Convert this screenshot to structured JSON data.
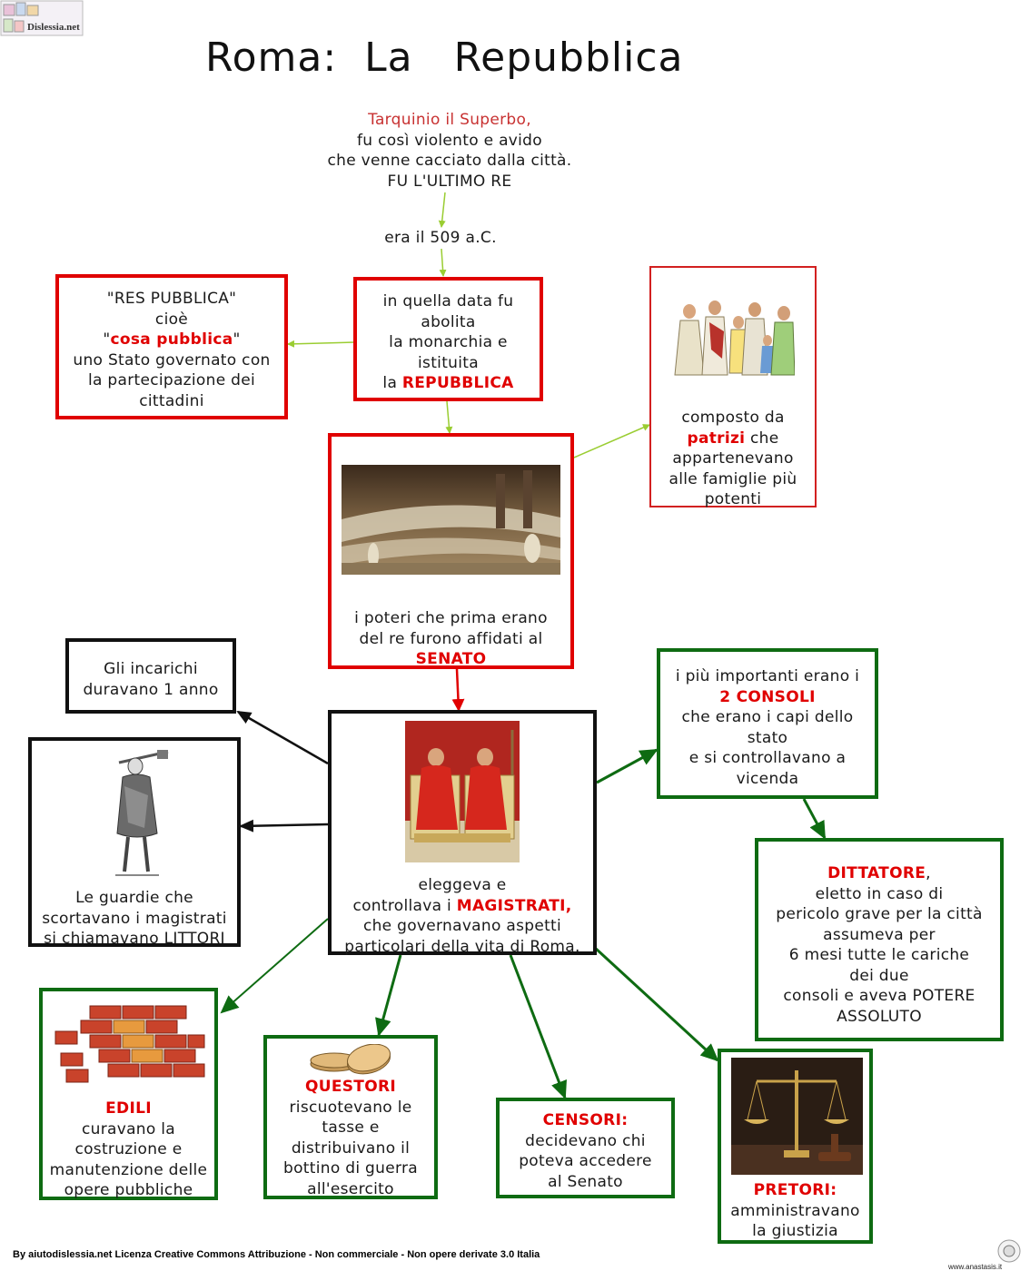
{
  "title": "Roma:  La   Repubblica",
  "logo": {
    "text": "Dislessia.net"
  },
  "intro": {
    "king": "Tarquinio il Superbo,",
    "line1": "fu così  violento e avido",
    "line2": "che venne cacciato dalla città.",
    "line3": "FU L'ULTIMO RE"
  },
  "date": "era il 509 a.C.",
  "republic_box": {
    "l1": "in quella data fu",
    "l2": "abolita",
    "l3": "la monarchia e",
    "l4": "istituita",
    "l5a": "la ",
    "l5b": "REPUBBLICA"
  },
  "res_publica_box": {
    "l1": "\"RES PUBBLICA\"",
    "l2": "cioè",
    "l3a": "\"",
    "l3b": "cosa pubblica",
    "l3c": "\"",
    "l4": "uno Stato governato con",
    "l5": "la partecipazione dei",
    "l6": "cittadini"
  },
  "patrizi_box": {
    "l1": "composto da",
    "l2a": "patrizi",
    "l2b": " che",
    "l3": "appartenevano",
    "l4": "alle famiglie più",
    "l5": "potenti"
  },
  "senate_box": {
    "l1": "i poteri che prima erano",
    "l2": "del re furono affidati al",
    "l3": "SENATO"
  },
  "incarichi_box": {
    "l1": "Gli incarichi",
    "l2": "duravano 1 anno"
  },
  "littori_box": {
    "l1": "Le guardie che",
    "l2": "scortavano i magistrati",
    "l3": "si chiamavano LITTORI"
  },
  "magistrati_box": {
    "l1": "eleggeva e",
    "l2a": "controllava i ",
    "l2b": "MAGISTRATI,",
    "l3": "che governavano aspetti",
    "l4": "particolari della vita di Roma."
  },
  "consoli_box": {
    "l1": "i più importanti erano i",
    "l2": "2 CONSOLI",
    "l3": "che  erano i capi dello",
    "l4": "stato",
    "l5": "e si controllavano a",
    "l6": "vicenda"
  },
  "dittatore_box": {
    "l1a": "DITTATORE",
    "l1b": ",",
    "l2": "eletto in caso di",
    "l3": "pericolo grave per la città",
    "l4": "assumeva per",
    "l5": "6 mesi tutte le cariche",
    "l6": "dei due",
    "l7": "consoli e aveva POTERE",
    "l8": "ASSOLUTO"
  },
  "edili_box": {
    "l1": "EDILI",
    "l2": "curavano la",
    "l3": "costruzione e",
    "l4": "manutenzione delle",
    "l5": "opere pubbliche"
  },
  "questori_box": {
    "l1": "QUESTORI",
    "l2": "riscuotevano le",
    "l3": "tasse e",
    "l4": "distribuivano il",
    "l5": "bottino di guerra",
    "l6": "all'esercito"
  },
  "censori_box": {
    "l1": "CENSORI:",
    "l2": "decidevano chi",
    "l3": "poteva accedere",
    "l4": "al Senato"
  },
  "pretori_box": {
    "l1": "PRETORI:",
    "l2": "amministravano",
    "l3": "la giustizia"
  },
  "footer": "By aiutodislessia.net Licenza Creative Commons Attribuzione - Non commerciale - Non opere derivate 3.0 Italia",
  "watermark": "www.anastasis.it",
  "colors": {
    "red": "#e00000",
    "green": "#0e6b12",
    "arrow_light": "#9acd32",
    "black": "#111111"
  }
}
